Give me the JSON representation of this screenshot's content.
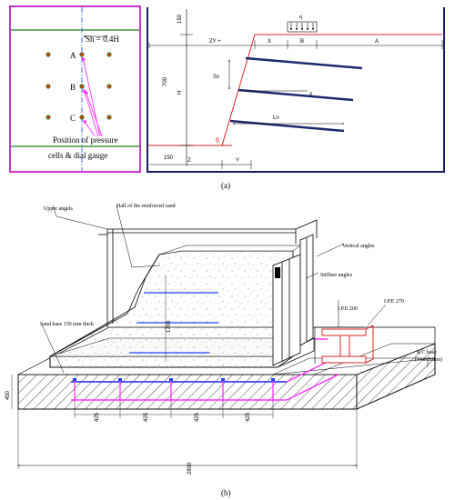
{
  "panel_a": {
    "caption": "(a)",
    "left": {
      "spacing": "Sh = 0.4H",
      "rows": [
        "A",
        "B",
        "C"
      ],
      "legend_line1": "Position of pressure",
      "legend_line2": "cells & dial gauge"
    },
    "right": {
      "dims": {
        "top": "150",
        "wall_height": "700",
        "h": "H",
        "bottom": "150",
        "zy": "ZY +",
        "x": "X",
        "b": "B",
        "a": "A",
        "z": "Z",
        "y": "Y",
        "sv": "Sv",
        "ln": "Ln",
        "delta": "δ",
        "theta": "θ",
        "q": "q"
      }
    }
  },
  "panel_b": {
    "caption": "(b)",
    "labels": {
      "upper_angles": "Upper angels",
      "half_sand": "Half of the reinforced sand",
      "vertical_angles": "Vertical angles",
      "stiffner_angles": "Stiffner angles",
      "ipe200": "I.P.E 200",
      "ipe270": "I.P.E 270",
      "sand_base": "Sand base 150 mm thick",
      "rc_base_1": "R.C base",
      "rc_base_2": "(foundation)",
      "height_dim": "1700",
      "base_height": "450",
      "total_length": "2800",
      "spans": [
        "425",
        "425",
        "425",
        "425"
      ]
    }
  },
  "colors": {
    "panel_border": "#cc33cc",
    "ground_line": "#1a7f1a",
    "frame_navy": "#1a1a66",
    "reinforcement": "#1a2a6e",
    "red": "#e02020",
    "magenta": "#ff33ff",
    "blue": "#2040ff",
    "dot_fill": "#d04010",
    "dot_edge": "#2a8a2a"
  }
}
